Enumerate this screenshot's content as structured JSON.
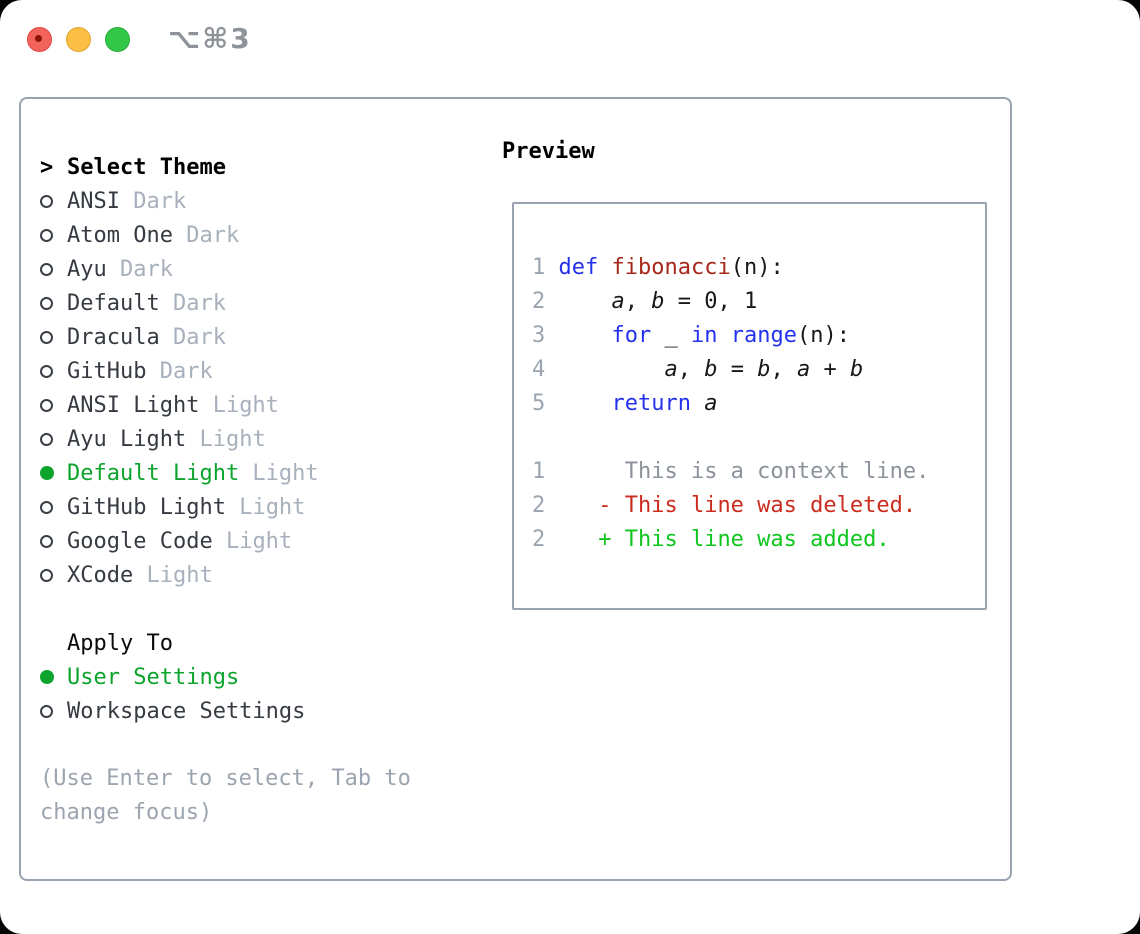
{
  "titlebar": {
    "shortcut": "⌥⌘3",
    "buttons": [
      "close",
      "minimize",
      "zoom"
    ]
  },
  "colors": {
    "selection_green": "#0ca42d",
    "keyword_blue": "#2432ee",
    "function_red": "#a5281b",
    "deleted_red": "#cc2c1e",
    "added_green": "#0fc61e",
    "muted_gray": "#a7b0bc",
    "border_gray": "#9aa4b0"
  },
  "theme_panel": {
    "header": {
      "marker": ">",
      "label": "Select Theme"
    },
    "themes": [
      {
        "name": "ANSI",
        "tag": "Dark",
        "selected": false
      },
      {
        "name": "Atom One",
        "tag": "Dark",
        "selected": false
      },
      {
        "name": "Ayu",
        "tag": "Dark",
        "selected": false
      },
      {
        "name": "Default",
        "tag": "Dark",
        "selected": false
      },
      {
        "name": "Dracula",
        "tag": "Dark",
        "selected": false
      },
      {
        "name": "GitHub",
        "tag": "Dark",
        "selected": false
      },
      {
        "name": "ANSI Light",
        "tag": "Light",
        "selected": false
      },
      {
        "name": "Ayu Light",
        "tag": "Light",
        "selected": false
      },
      {
        "name": "Default Light",
        "tag": "Light",
        "selected": true
      },
      {
        "name": "GitHub Light",
        "tag": "Light",
        "selected": false
      },
      {
        "name": "Google Code",
        "tag": "Light",
        "selected": false
      },
      {
        "name": "XCode",
        "tag": "Light",
        "selected": false
      }
    ],
    "apply_to": {
      "label": "Apply To",
      "options": [
        {
          "name": "User Settings",
          "selected": true
        },
        {
          "name": "Workspace Settings",
          "selected": false
        }
      ]
    },
    "help_lines": [
      "(Use Enter to select, Tab to",
      "change focus)"
    ]
  },
  "preview": {
    "label": "Preview",
    "code_lines": [
      [
        [
          "1 ",
          "num"
        ],
        [
          "def ",
          "kw"
        ],
        [
          "fibonacci",
          "fn"
        ],
        [
          "(n):",
          "plain"
        ]
      ],
      [
        [
          "2 ",
          "num"
        ],
        [
          "    ",
          "plain"
        ],
        [
          "a",
          "var"
        ],
        [
          ", ",
          "plain"
        ],
        [
          "b",
          "var"
        ],
        [
          " = 0, 1",
          "plain"
        ]
      ],
      [
        [
          "3 ",
          "num"
        ],
        [
          "    ",
          "plain"
        ],
        [
          "for",
          "kw"
        ],
        [
          " _ ",
          "plain"
        ],
        [
          "in",
          "kw"
        ],
        [
          " ",
          "plain"
        ],
        [
          "range",
          "kw"
        ],
        [
          "(n):",
          "plain"
        ]
      ],
      [
        [
          "4 ",
          "num"
        ],
        [
          "        ",
          "plain"
        ],
        [
          "a",
          "var"
        ],
        [
          ", ",
          "plain"
        ],
        [
          "b",
          "var"
        ],
        [
          " = ",
          "plain"
        ],
        [
          "b",
          "var"
        ],
        [
          ", ",
          "plain"
        ],
        [
          "a",
          "var"
        ],
        [
          " + ",
          "plain"
        ],
        [
          "b",
          "var"
        ]
      ],
      [
        [
          "5 ",
          "num"
        ],
        [
          "    ",
          "plain"
        ],
        [
          "return",
          "kw"
        ],
        [
          " ",
          "plain"
        ],
        [
          "a",
          "var"
        ]
      ],
      [],
      [
        [
          "1",
          "num"
        ],
        [
          "      This is a context line.",
          "ctx"
        ]
      ],
      [
        [
          "2",
          "num"
        ],
        [
          "    ",
          "plain"
        ],
        [
          "- This line was deleted.",
          "del"
        ]
      ],
      [
        [
          "2",
          "num"
        ],
        [
          "    ",
          "plain"
        ],
        [
          "+ This line was added.",
          "add"
        ]
      ]
    ]
  }
}
